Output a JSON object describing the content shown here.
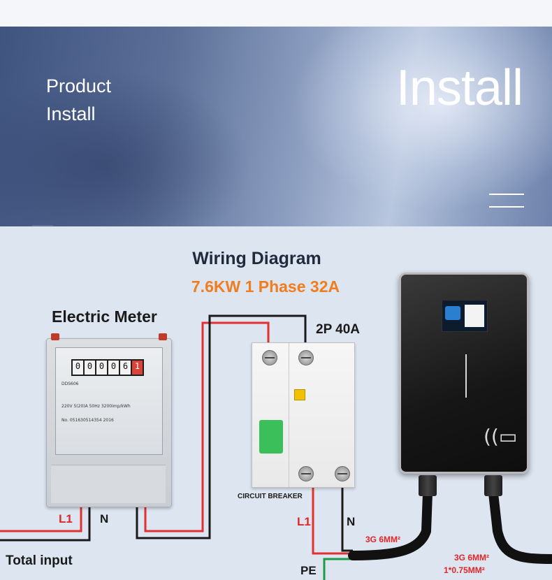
{
  "banner": {
    "subtitle_line1": "Product",
    "subtitle_line2": "Install",
    "big_title": "Install"
  },
  "diagram": {
    "title": "Wiring Diagram",
    "spec": "7.6KW  1 Phase 32A",
    "meter_label": "Electric Meter",
    "breaker_rating": "2P 40A",
    "breaker_caption": "CIRCUIT BREAKER",
    "meter_L1": "L1",
    "meter_N": "N",
    "breaker_L1": "L1",
    "breaker_N": "N",
    "total_input": "Total input",
    "pe": "PE",
    "cable_in": "3G 6MM²",
    "cable_out_line1": "3G 6MM²",
    "cable_out_line2": "1*0.75MM²"
  },
  "colors": {
    "title_dark": "#1f2a3d",
    "spec_orange": "#f07d1e",
    "wire_red": "#e03030",
    "wire_black": "#1a1a1a",
    "wire_green": "#1e9a4a",
    "label_red": "#e02727"
  },
  "icons": {
    "menu": "hamburger-menu-icon",
    "rfid": "rfid-card-icon"
  }
}
